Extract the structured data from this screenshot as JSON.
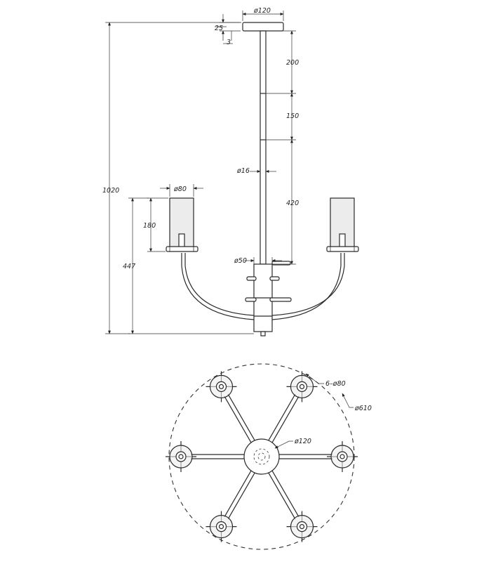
{
  "side_view": {
    "dims": {
      "canopy_dia": "ø120",
      "canopy_h": "25",
      "canopy_rim": "3",
      "seg_top": "200",
      "seg_mid": "150",
      "seg_low": "420",
      "rod_dia": "ø16",
      "hub_dia": "ø50",
      "shade_dia": "ø80",
      "shade_h": "180",
      "arm_h": "447",
      "total_h": "1020"
    }
  },
  "plan_view": {
    "dims": {
      "shades": "6–ø80",
      "overall_dia": "ø610",
      "hub_dia": "ø120"
    }
  }
}
